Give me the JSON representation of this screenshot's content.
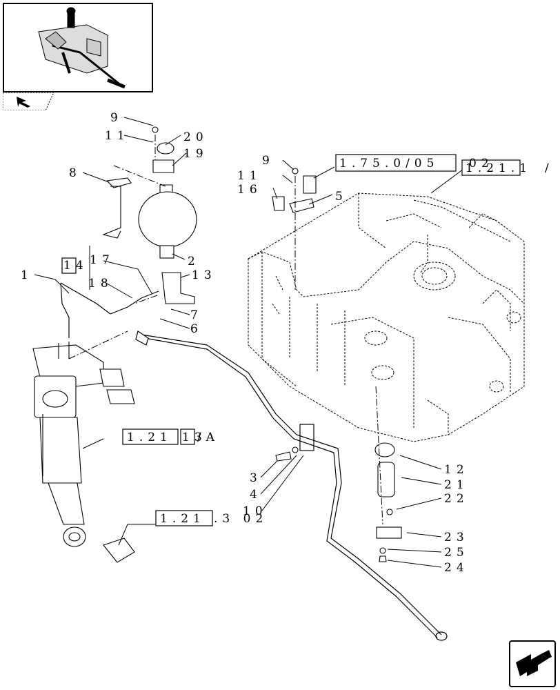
{
  "callouts": {
    "c1": "1",
    "c2": "2",
    "c3": "3",
    "c4": "4",
    "c5": "5",
    "c6": "6",
    "c7": "7",
    "c8": "8",
    "c9a": "9",
    "c9b": "9",
    "c10": "10",
    "c11a": "11",
    "c11b": "11",
    "c12": "12",
    "c13": "13",
    "c14": "14",
    "c16": "16",
    "c17": "17",
    "c18": "18",
    "c19": "19",
    "c20": "20",
    "c21": "21",
    "c22": "22",
    "c23": "23",
    "c24": "24",
    "c25": "25"
  },
  "references": {
    "r1": "1.75.0/05",
    "r1_suffix": "02",
    "r2": "1.21.1",
    "r2_suffix": "/",
    "r3": "1.21",
    "r3_box": "13",
    "r3_suffix": "/A",
    "r4": "1.21",
    "r4_suffix": ".3 02"
  },
  "icons": {
    "thumbnail": "assembly-thumbnail",
    "nav_tab": "arrow-back-icon",
    "nav_corner": "arrow-next-icon"
  }
}
